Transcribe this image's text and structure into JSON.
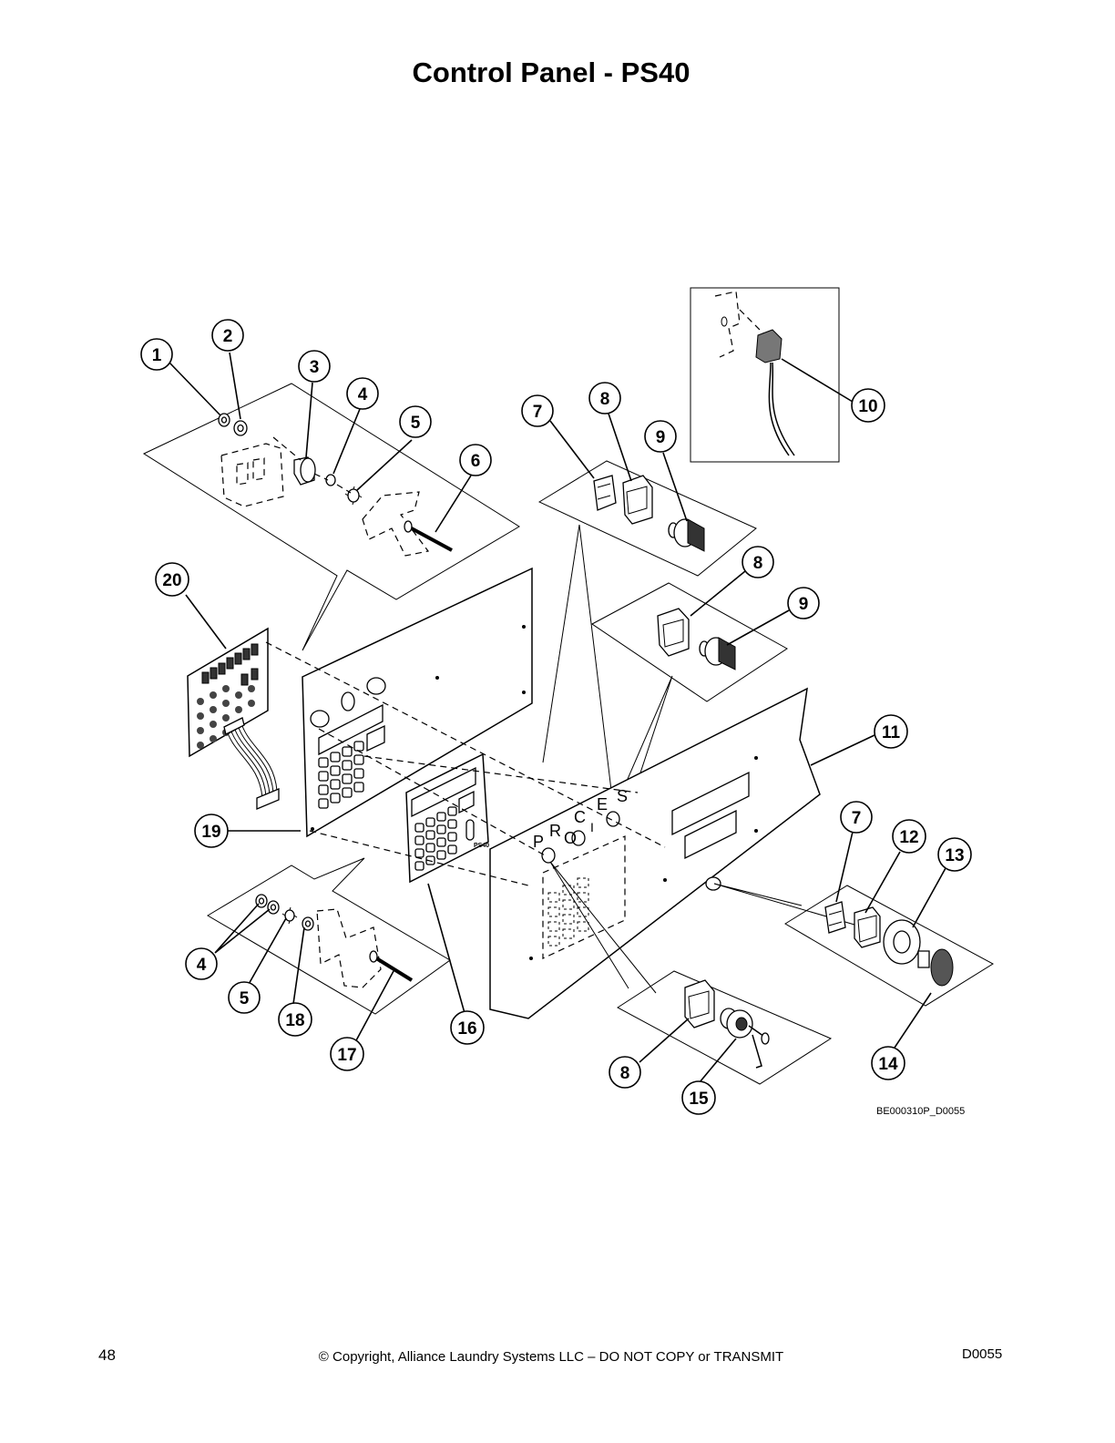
{
  "title": "Control Panel - PS40",
  "drawing_code": "BE000310P_D0055",
  "footer": {
    "page_number": "48",
    "copyright": "© Copyright, Alliance Laundry Systems LLC – DO NOT COPY or TRANSMIT",
    "doc_id": "D0055"
  },
  "panel_letters": [
    "P",
    "R",
    "O",
    "C",
    "I",
    "E",
    "S"
  ],
  "keypad_text": "PS40",
  "callouts": [
    {
      "id": "c1",
      "label": "1"
    },
    {
      "id": "c2",
      "label": "2"
    },
    {
      "id": "c3",
      "label": "3"
    },
    {
      "id": "c4a",
      "label": "4"
    },
    {
      "id": "c5a",
      "label": "5"
    },
    {
      "id": "c6",
      "label": "6"
    },
    {
      "id": "c7a",
      "label": "7"
    },
    {
      "id": "c8a",
      "label": "8"
    },
    {
      "id": "c9a",
      "label": "9"
    },
    {
      "id": "c10",
      "label": "10"
    },
    {
      "id": "c8b",
      "label": "8"
    },
    {
      "id": "c9b",
      "label": "9"
    },
    {
      "id": "c20",
      "label": "20"
    },
    {
      "id": "c11",
      "label": "11"
    },
    {
      "id": "c19",
      "label": "19"
    },
    {
      "id": "c7b",
      "label": "7"
    },
    {
      "id": "c12",
      "label": "12"
    },
    {
      "id": "c13",
      "label": "13"
    },
    {
      "id": "c4b",
      "label": "4"
    },
    {
      "id": "c5b",
      "label": "5"
    },
    {
      "id": "c18",
      "label": "18"
    },
    {
      "id": "c17",
      "label": "17"
    },
    {
      "id": "c16",
      "label": "16"
    },
    {
      "id": "c8c",
      "label": "8"
    },
    {
      "id": "c15",
      "label": "15"
    },
    {
      "id": "c14",
      "label": "14"
    }
  ]
}
